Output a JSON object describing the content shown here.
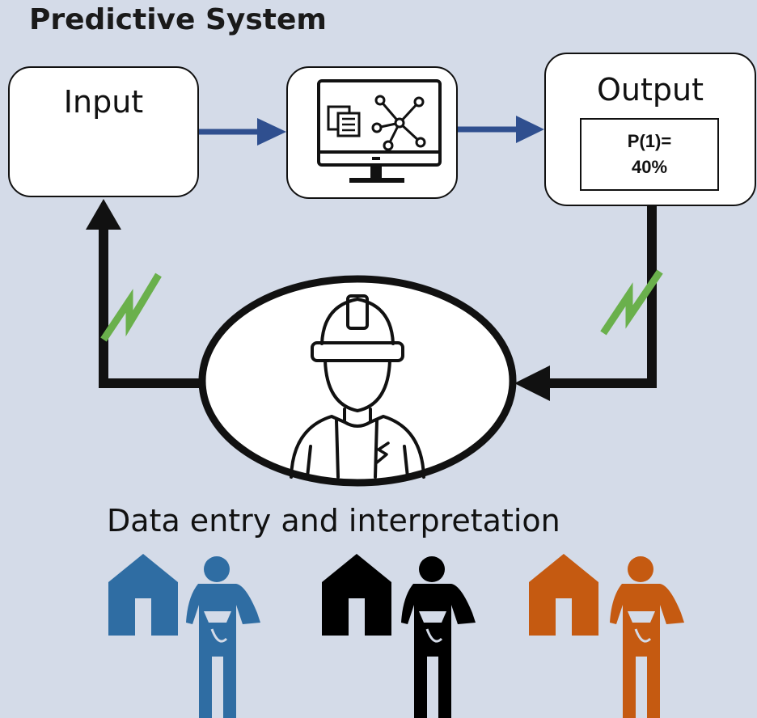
{
  "title": "Predictive System",
  "input": {
    "label": "Input"
  },
  "model": {
    "icon": "computer-network-icon"
  },
  "output": {
    "label": "Output",
    "result_line1": "P(1)=",
    "result_line2": "40%"
  },
  "operator": {
    "icon": "engineer-hardhat-icon"
  },
  "caption": "Data entry and interpretation",
  "groups": [
    {
      "name": "blue",
      "color": "#2f6da3"
    },
    {
      "name": "black",
      "color": "#000000"
    },
    {
      "name": "orange",
      "color": "#c55a11"
    }
  ],
  "colors": {
    "forward_arrow": "#2f4f8f",
    "feedback_arrow": "#111111",
    "noise_mark": "#6ab04c",
    "background": "#d4dbe8"
  }
}
